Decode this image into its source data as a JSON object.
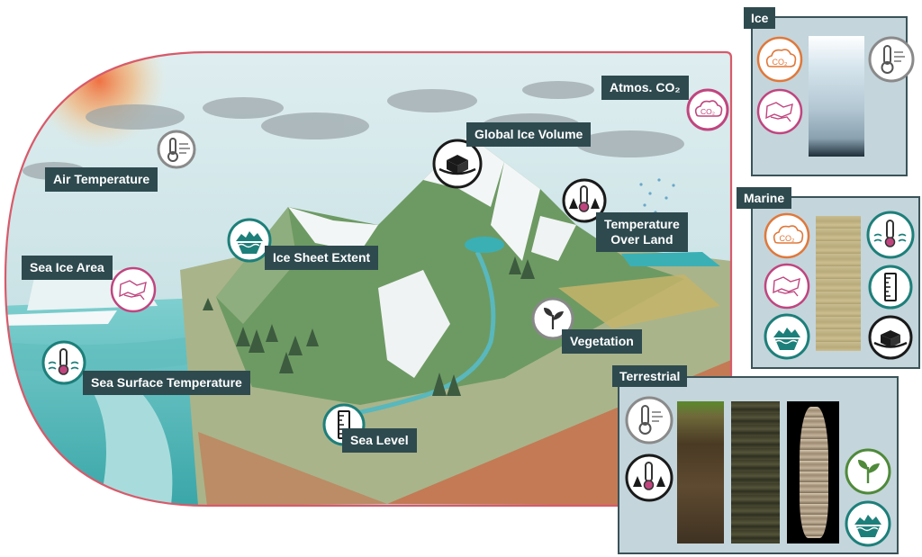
{
  "scene_labels": {
    "air_temperature": "Air Temperature",
    "sea_ice_area": "Sea Ice Area",
    "sea_surface_temperature": "Sea Surface Temperature",
    "ice_sheet_extent": "Ice Sheet Extent",
    "global_ice_volume": "Global Ice Volume",
    "atmos_co2": "Atmos. CO₂",
    "temperature_over_land_line1": "Temperature",
    "temperature_over_land_line2": "Over Land",
    "vegetation": "Vegetation",
    "sea_level": "Sea Level"
  },
  "icon_text": {
    "co2": "CO₂"
  },
  "panels": {
    "ice": {
      "title": "Ice",
      "icons": [
        "co2-icon",
        "air-temperature-icon",
        "sea-ice-icon"
      ]
    },
    "marine": {
      "title": "Marine",
      "icons": [
        "co2-icon",
        "sea-surface-temperature-icon",
        "sea-ice-icon",
        "sea-level-icon",
        "ice-sheet-icon",
        "ice-volume-icon"
      ]
    },
    "terrestrial": {
      "title": "Terrestrial",
      "icons": [
        "air-temperature-icon",
        "land-temperature-icon",
        "vegetation-icon",
        "ice-sheet-icon"
      ]
    }
  },
  "colors": {
    "label_bg": "#2e4a4f",
    "panel_bg": "#c4d5dc",
    "temperature": "#8a8a8a",
    "co2": "#e0783a",
    "ice_pink": "#c0457f",
    "teal": "#1d7f7a",
    "vegetation_green": "#4f8a3a",
    "frame_border": "#d85a6a"
  }
}
